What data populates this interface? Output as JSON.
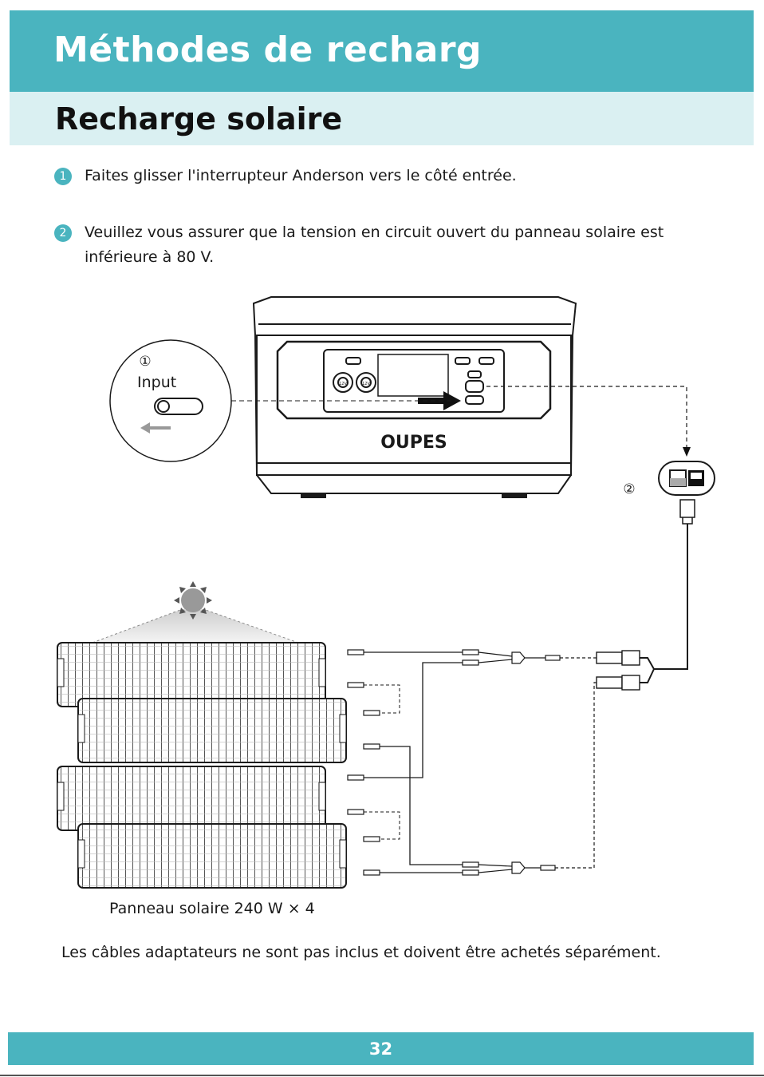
{
  "header": {
    "title": "Méthodes de recharg",
    "subtitle": "Recharge solaire"
  },
  "steps": [
    {
      "number": "1",
      "text": "Faites glisser l'interrupteur Anderson vers le côté entrée."
    },
    {
      "number": "2",
      "text": "Veuillez vous assurer que la tension en circuit ouvert du panneau solaire est inférieure à 80 V."
    }
  ],
  "diagram": {
    "switch_marker": "①",
    "switch_label": "Input",
    "connector_marker": "②",
    "brand": "OUPES",
    "port_label_a": "12V",
    "port_label_b": "12V",
    "panel_caption": "Panneau solaire 240 W × 4"
  },
  "note": "Les câbles adaptateurs ne sont pas inclus et doivent être achetés séparément.",
  "footer": {
    "page_number": "32"
  },
  "colors": {
    "accent": "#4ab4bf",
    "accent_light": "#daf0f2"
  }
}
